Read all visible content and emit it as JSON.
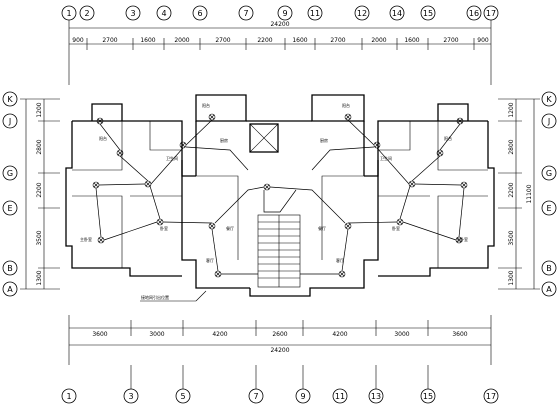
{
  "drawing": {
    "top_axes": [
      "1",
      "2",
      "3",
      "4",
      "6",
      "7",
      "9",
      "11",
      "12",
      "14",
      "15",
      "16",
      "17"
    ],
    "bottom_axes": [
      "1",
      "3",
      "5",
      "7",
      "9",
      "11",
      "13",
      "15",
      "17"
    ],
    "side_axes": [
      "K",
      "J",
      "G",
      "E",
      "B",
      "A"
    ],
    "top_total": "24200",
    "top_dims": [
      "900",
      "2700",
      "1600",
      "2000",
      "2700",
      "2200",
      "1600",
      "2700",
      "2000",
      "1600",
      "2700",
      "900"
    ],
    "bottom_total": "24200",
    "bottom_dims": [
      "3600",
      "3000",
      "4200",
      "2600",
      "4200",
      "3000",
      "3600"
    ],
    "side_total": "11100",
    "side_dims": [
      "1200",
      "2800",
      "2200",
      "3500",
      "1300"
    ],
    "rooms": {
      "balcony": "阳台",
      "bathroom": "卫生间",
      "kitchen": "厨房",
      "living": "客厅",
      "bedroom": "卧室",
      "master_bedroom": "主卧室",
      "dining": "餐厅"
    },
    "note": "接地网引出位置"
  }
}
